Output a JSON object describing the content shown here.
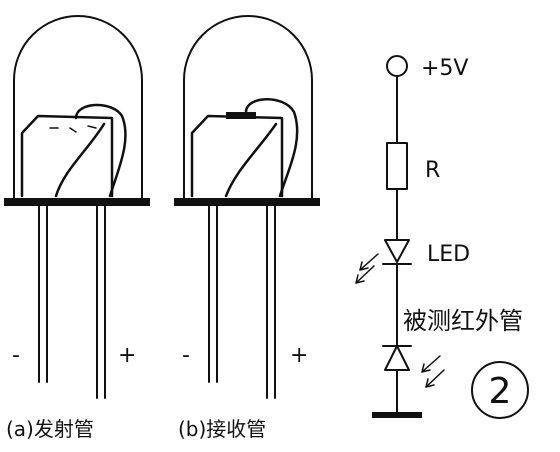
{
  "emitter": {
    "minus": "-",
    "plus": "+",
    "caption": "(a)发射管"
  },
  "receiver": {
    "minus": "-",
    "plus": "+",
    "caption": "(b)接收管"
  },
  "circuit": {
    "supply_label": "+5V",
    "resistor_label": "R",
    "led_label": "LED",
    "ir_tube_label": "被测红外管"
  },
  "figure_number": "2"
}
